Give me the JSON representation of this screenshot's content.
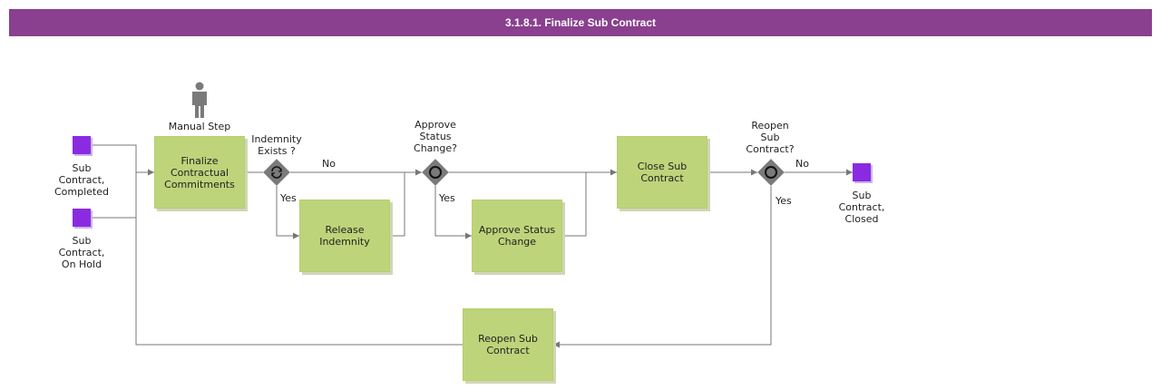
{
  "title": "3.1.8.1. Finalize Sub Contract",
  "colors": {
    "title_bar": "#8a3f8f",
    "task_fill": "#bdd47a",
    "event_fill": "#8a2be2",
    "gateway_fill": "#7a7a7a",
    "connector": "#777777",
    "performer_icon": "#7a7a7a"
  },
  "performer": {
    "icon": "person-icon",
    "label": "Manual Step"
  },
  "start_events": [
    {
      "label": "Sub\nContract,\nCompleted"
    },
    {
      "label": "Sub\nContract,\nOn Hold"
    }
  ],
  "end_event": {
    "label": "Sub\nContract,\nClosed"
  },
  "tasks": {
    "finalize": "Finalize Contractual Commitments",
    "release": "Release Indemnity",
    "approve": "Approve Status Change",
    "close": "Close Sub Contract",
    "reopen": "Reopen Sub Contract"
  },
  "gateways": {
    "indemnity": {
      "label": "Indemnity\nExists ?",
      "icon": "loop-icon"
    },
    "approve_status": {
      "label": "Approve\nStatus\nChange?",
      "icon": "circle-icon"
    },
    "reopen": {
      "label": "Reopen\nSub\nContract?",
      "icon": "circle-icon"
    }
  },
  "flow_labels": {
    "indemnity_no": "No",
    "indemnity_yes": "Yes",
    "approve_yes": "Yes",
    "reopen_no": "No",
    "reopen_yes": "Yes"
  }
}
